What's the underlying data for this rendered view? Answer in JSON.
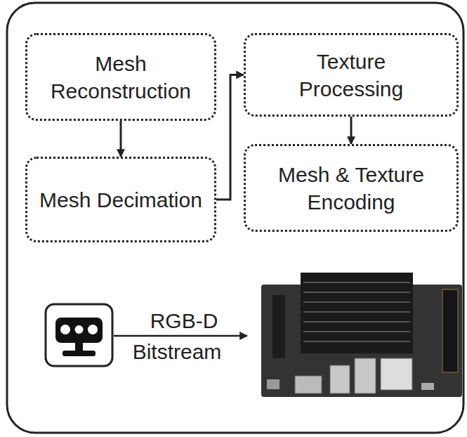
{
  "diagram": {
    "nodes": [
      {
        "text": [
          "Mesh Reconstruction"
        ]
      },
      {
        "text": [
          "Mesh Decimation"
        ]
      },
      {
        "text": [
          "Texture Processing"
        ]
      },
      {
        "text": [
          "Mesh & Texture Encoding"
        ]
      }
    ],
    "edges": [
      {
        "from": 0,
        "to": 1,
        "arrow": "to"
      },
      {
        "from": 1,
        "to": 2,
        "arrow": "to"
      },
      {
        "from": 2,
        "to": 3,
        "arrow": "to"
      }
    ],
    "labels": [
      "RGB-D",
      "Bitstream"
    ]
  }
}
